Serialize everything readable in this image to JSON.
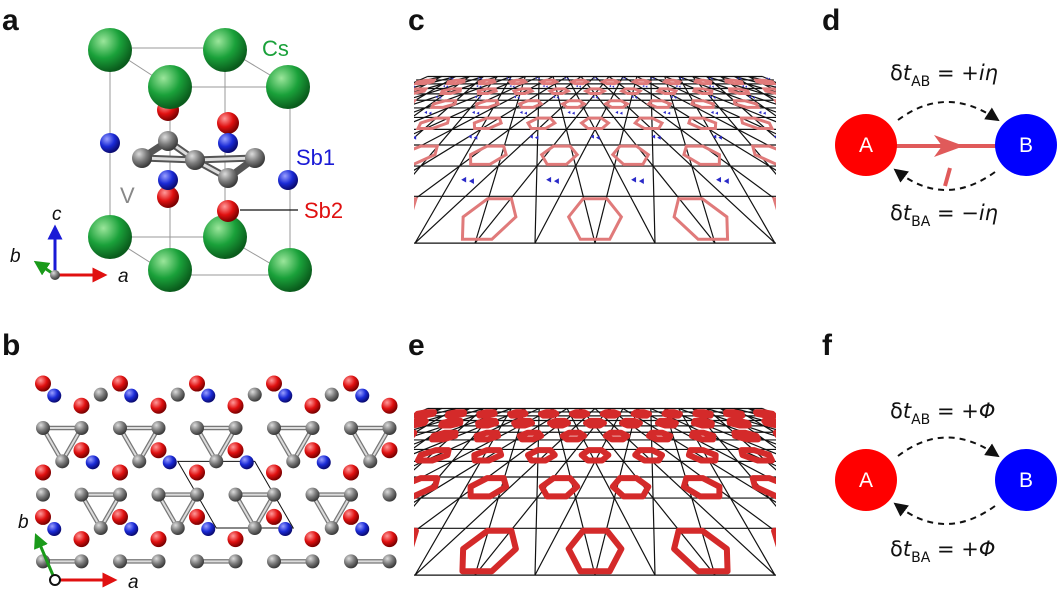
{
  "panels": {
    "a": {
      "label": "a",
      "elements": {
        "cs": "Cs",
        "sb1": "Sb1",
        "sb2": "Sb2",
        "v": "V"
      },
      "axes": {
        "c": "c",
        "b": "b",
        "a": "a"
      }
    },
    "b": {
      "label": "b",
      "axes": {
        "b": "b",
        "a": "a"
      }
    },
    "c": {
      "label": "c"
    },
    "d": {
      "label": "d",
      "node_a": "A",
      "node_b": "B",
      "top_eq": {
        "prefix": "δ",
        "t": "t",
        "sub": "AB",
        "rel": " = +",
        "i": "i",
        "sym": "η"
      },
      "bottom_eq": {
        "prefix": "δ",
        "t": "t",
        "sub": "BA",
        "rel": " = −",
        "i": "i",
        "sym": "η"
      }
    },
    "e": {
      "label": "e"
    },
    "f": {
      "label": "f",
      "node_a": "A",
      "node_b": "B",
      "top_eq": {
        "prefix": "δ",
        "t": "t",
        "sub": "AB",
        "rel": " = +",
        "sym": "Φ"
      },
      "bottom_eq": {
        "prefix": "δ",
        "t": "t",
        "sub": "BA",
        "rel": " = +",
        "sym": "Φ"
      }
    }
  },
  "colors": {
    "cs": "#1aa13a",
    "sb1": "#1a1ad6",
    "sb2": "#e01010",
    "v": "#808080",
    "node_a": "#ff0000",
    "node_b": "#0000ff",
    "bond_red": "#e05a5a",
    "axis_c": "#1a1ad6",
    "axis_b": "#1a9a1a",
    "axis_a": "#e01010"
  }
}
